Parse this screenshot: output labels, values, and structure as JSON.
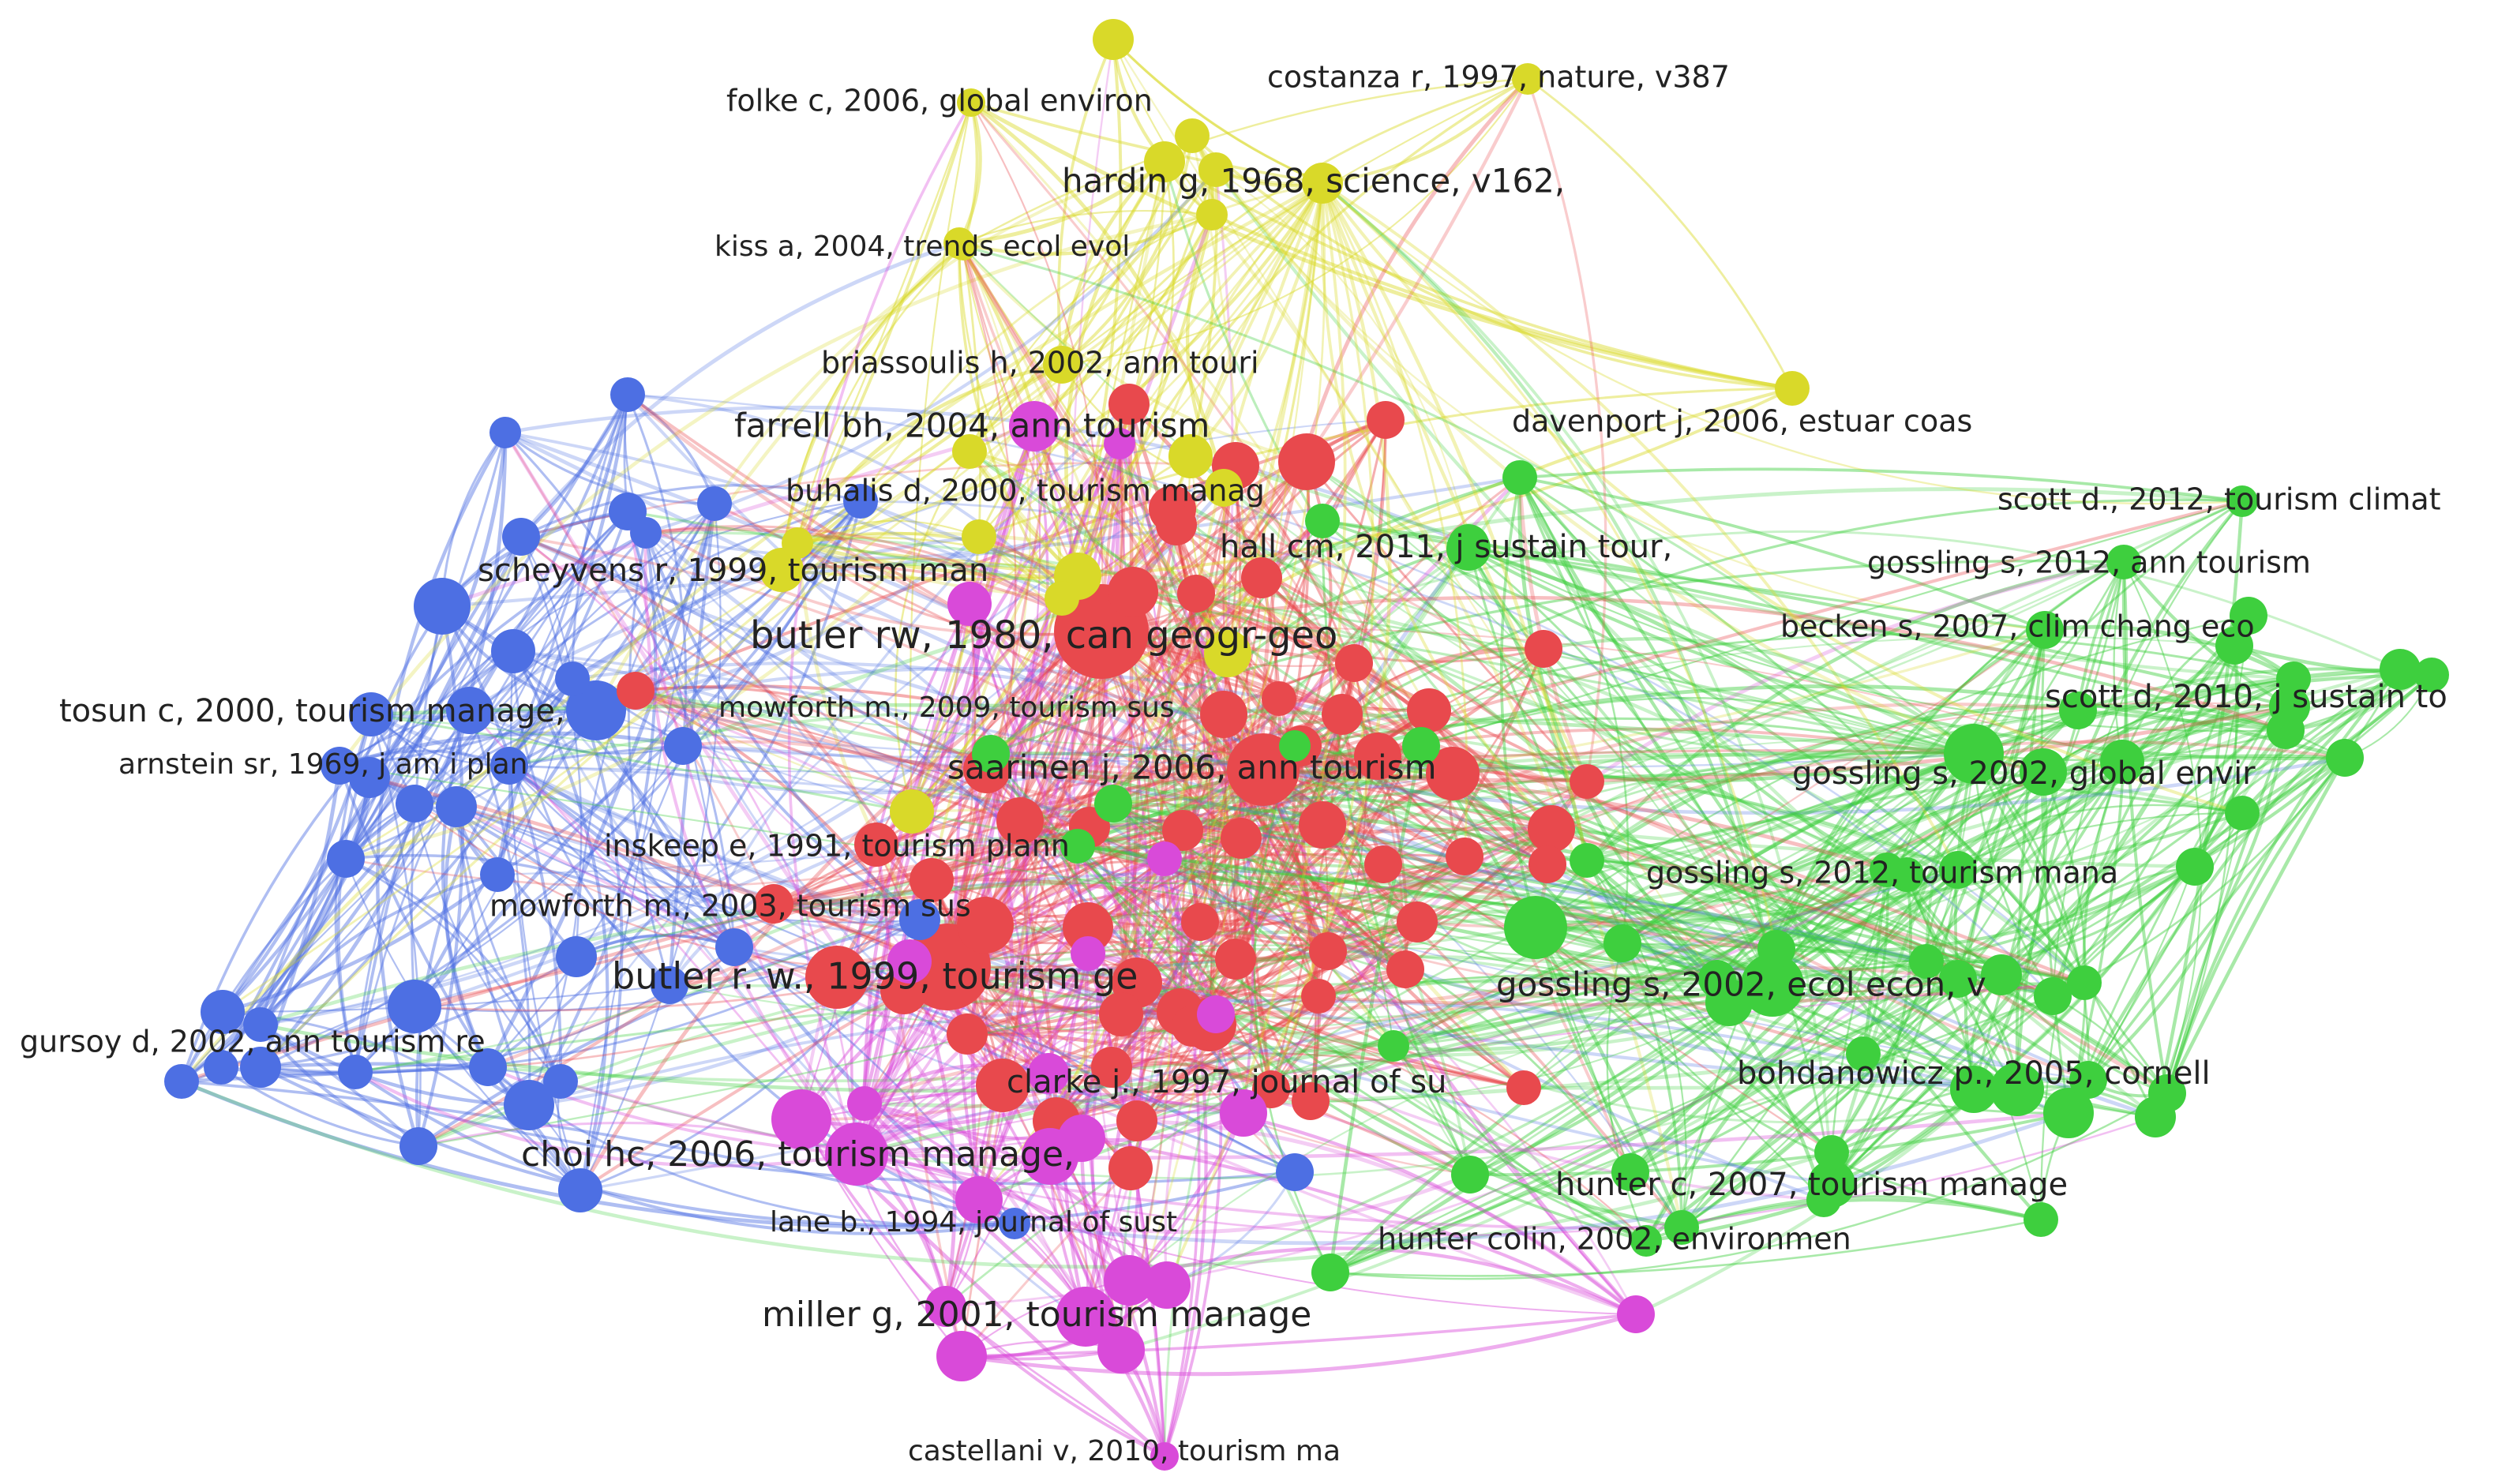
{
  "clusters": [
    {
      "name": "red",
      "color": "#e8494d"
    },
    {
      "name": "green",
      "color": "#3ecf3e"
    },
    {
      "name": "blue",
      "color": "#4d6fe3"
    },
    {
      "name": "yellow",
      "color": "#d9d929"
    },
    {
      "name": "purple",
      "color": "#d94ad9"
    }
  ],
  "nodes": [
    {
      "id": "butler1980",
      "cluster": "red",
      "label": "butler rw, 1980, can geogr-geo"
    },
    {
      "id": "butler1999",
      "cluster": "red",
      "label": "butler r. w., 1999, tourism ge"
    },
    {
      "id": "saarinen2006",
      "cluster": "red",
      "label": "saarinen j, 2006, ann tourism"
    },
    {
      "id": "mowforth2009",
      "cluster": "red",
      "label": "mowforth m., 2009, tourism sus"
    },
    {
      "id": "inskeep1991",
      "cluster": "red",
      "label": "inskeep e, 1991, tourism plann"
    },
    {
      "id": "mowforth2003",
      "cluster": "red",
      "label": "mowforth m., 2003, tourism sus"
    },
    {
      "id": "clarke1997",
      "cluster": "red",
      "label": "clarke j., 1997, journal of su"
    },
    {
      "id": "farrell2004",
      "cluster": "purple",
      "label": "farrell bh, 2004, ann tourism"
    },
    {
      "id": "choi2006",
      "cluster": "purple",
      "label": "choi hc, 2006, tourism manage,"
    },
    {
      "id": "miller2001",
      "cluster": "purple",
      "label": "miller g, 2001, tourism manage"
    },
    {
      "id": "castellani2010",
      "cluster": "purple",
      "label": "castellani v, 2010, tourism ma"
    },
    {
      "id": "lane1994",
      "cluster": "blue",
      "label": "lane b., 1994, journal of sust"
    },
    {
      "id": "tosun2000",
      "cluster": "blue",
      "label": "tosun c, 2000, tourism manage,"
    },
    {
      "id": "arnstein1969",
      "cluster": "blue",
      "label": "arnstein sr, 1969, j am i plan"
    },
    {
      "id": "gursoy2002",
      "cluster": "blue",
      "label": "gursoy d, 2002, ann tourism re"
    },
    {
      "id": "buhalis2000",
      "cluster": "blue",
      "label": "buhalis d, 2000, tourism manag"
    },
    {
      "id": "folke2006",
      "cluster": "yellow",
      "label": "folke c, 2006, global environ"
    },
    {
      "id": "costanza1997",
      "cluster": "yellow",
      "label": "costanza r, 1997, nature, v387"
    },
    {
      "id": "hardin1968",
      "cluster": "yellow",
      "label": "hardin g, 1968, science, v162,"
    },
    {
      "id": "kiss2004",
      "cluster": "yellow",
      "label": "kiss a, 2004, trends ecol evol"
    },
    {
      "id": "briassoulis2002",
      "cluster": "yellow",
      "label": "briassoulis h, 2002, ann touri"
    },
    {
      "id": "scheyvens1999",
      "cluster": "yellow",
      "label": "scheyvens r, 1999, tourism man"
    },
    {
      "id": "davenport2006",
      "cluster": "yellow",
      "label": "davenport j, 2006, estuar coas"
    },
    {
      "id": "hall2011",
      "cluster": "green",
      "label": "hall cm, 2011, j sustain tour,"
    },
    {
      "id": "scott2012",
      "cluster": "green",
      "label": "scott d., 2012, tourism climat"
    },
    {
      "id": "gossling2012a",
      "cluster": "green",
      "label": "gossling s, 2012, ann tourism"
    },
    {
      "id": "becken2007",
      "cluster": "green",
      "label": "becken s, 2007, clim chang eco"
    },
    {
      "id": "scott2010",
      "cluster": "green",
      "label": "scott d, 2010, j sustain to"
    },
    {
      "id": "gossling2002g",
      "cluster": "green",
      "label": "gossling s, 2002, global envir"
    },
    {
      "id": "gossling2012m",
      "cluster": "green",
      "label": "gossling s, 2012, tourism mana"
    },
    {
      "id": "gossling2002e",
      "cluster": "green",
      "label": "gossling s, 2002, ecol econ, v"
    },
    {
      "id": "bohdanowicz2005",
      "cluster": "green",
      "label": "bohdanowicz p., 2005, cornell"
    },
    {
      "id": "hunter2007",
      "cluster": "green",
      "label": "hunter c, 2007, tourism manage"
    },
    {
      "id": "hunter2002",
      "cluster": "green",
      "label": "hunter colin, 2002, environmen"
    }
  ]
}
